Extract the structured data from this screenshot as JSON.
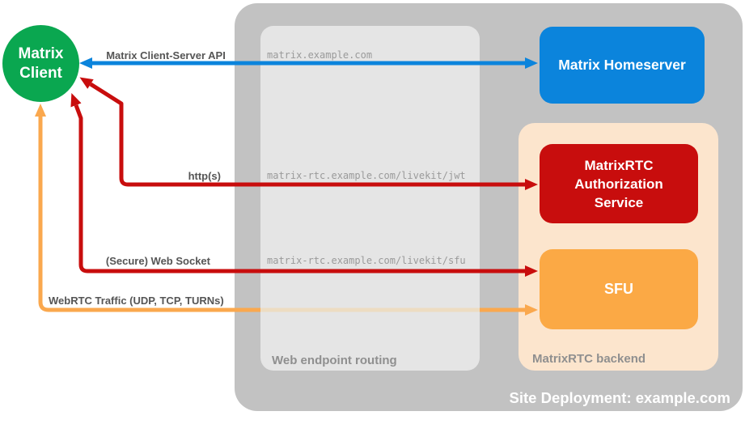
{
  "diagram_title": "Site Deployment: example.com",
  "client": {
    "lines": [
      "Matrix",
      "Client"
    ],
    "color": "#0aa750"
  },
  "containers": {
    "site": {
      "label": "Site Deployment: example.com",
      "color": "#c2c2c2"
    },
    "routing": {
      "label": "Web endpoint routing",
      "color": "#e5e5e5"
    },
    "backend": {
      "label": "MatrixRTC backend",
      "color": "#fce5cd"
    }
  },
  "nodes": {
    "homeserver": {
      "label": "Matrix Homeserver",
      "color": "#0b84dc"
    },
    "auth": {
      "label": "MatrixRTC Authorization Service",
      "lines": [
        "MatrixRTC",
        "Authorization",
        "Service"
      ],
      "color": "#c80d0d"
    },
    "sfu": {
      "label": "SFU",
      "color": "#fba945"
    }
  },
  "endpoints": [
    "matrix.example.com",
    "matrix-rtc.example.com/livekit/jwt",
    "matrix-rtc.example.com/livekit/sfu"
  ],
  "arrows": [
    {
      "name": "client-server-api",
      "label": "Matrix Client-Server API",
      "color": "#0b84dc",
      "from": "Matrix Client",
      "to": "Matrix Homeserver",
      "direction": "both",
      "via": "matrix.example.com"
    },
    {
      "name": "https",
      "label": "http(s)",
      "color": "#c80d0d",
      "from": "Matrix Client",
      "to": "MatrixRTC Authorization Service",
      "direction": "both",
      "via": "matrix-rtc.example.com/livekit/jwt"
    },
    {
      "name": "secure-web-socket",
      "label": "(Secure) Web Socket",
      "color": "#c80d0d",
      "from": "Matrix Client",
      "to": "SFU",
      "direction": "both",
      "via": "matrix-rtc.example.com/livekit/sfu"
    },
    {
      "name": "webrtc-traffic",
      "label": "WebRTC Traffic (UDP, TCP, TURNs)",
      "color": "#faa84e",
      "from": "Matrix Client",
      "to": "SFU",
      "direction": "both"
    }
  ]
}
